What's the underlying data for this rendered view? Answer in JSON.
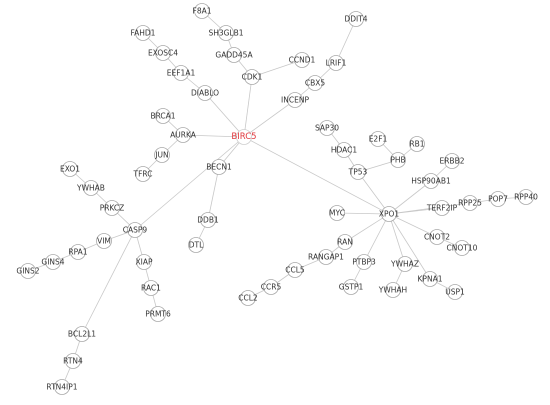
{
  "graph": {
    "hub_color": "#e0393e",
    "node_color": "#333333",
    "edge_color": "#c8c8c8",
    "nodes": [
      {
        "id": "F8A1",
        "label": "F8A1"
      },
      {
        "id": "FAHD1",
        "label": "FAHD1"
      },
      {
        "id": "SH3GLB1",
        "label": "SH3GLB1"
      },
      {
        "id": "EXOSC4",
        "label": "EXOSC4"
      },
      {
        "id": "GADD45A",
        "label": "GADD45A"
      },
      {
        "id": "DDIT4",
        "label": "DDIT4"
      },
      {
        "id": "CCND1",
        "label": "CCND1"
      },
      {
        "id": "LRIF1",
        "label": "LRIF1"
      },
      {
        "id": "EEF1A1",
        "label": "EEF1A1"
      },
      {
        "id": "CDK1",
        "label": "CDK1"
      },
      {
        "id": "CBX5",
        "label": "CBX5"
      },
      {
        "id": "DIABLO",
        "label": "DIABLO"
      },
      {
        "id": "INCENP",
        "label": "INCENP"
      },
      {
        "id": "BRCA1",
        "label": "BRCA1"
      },
      {
        "id": "SAP30",
        "label": "SAP30"
      },
      {
        "id": "AURKA",
        "label": "AURKA"
      },
      {
        "id": "BIRC5",
        "label": "BIRC5",
        "hub": true
      },
      {
        "id": "E2F1",
        "label": "E2F1"
      },
      {
        "id": "RB1",
        "label": "RB1"
      },
      {
        "id": "HDAC1",
        "label": "HDAC1"
      },
      {
        "id": "JUN",
        "label": "JUN"
      },
      {
        "id": "PHB",
        "label": "PHB"
      },
      {
        "id": "ERBB2",
        "label": "ERBB2"
      },
      {
        "id": "EXO1",
        "label": "EXO1"
      },
      {
        "id": "TFRC",
        "label": "TFRC"
      },
      {
        "id": "TP53",
        "label": "TP53"
      },
      {
        "id": "HSP90AB1",
        "label": "HSP90AB1"
      },
      {
        "id": "BECN1",
        "label": "BECN1"
      },
      {
        "id": "YWHAB",
        "label": "YWHAB"
      },
      {
        "id": "POP7",
        "label": "POP7"
      },
      {
        "id": "RPP40",
        "label": "RPP40"
      },
      {
        "id": "RPP25",
        "label": "RPP25"
      },
      {
        "id": "TERF2IP",
        "label": "TERF2IP"
      },
      {
        "id": "PRKCZ",
        "label": "PRKCZ"
      },
      {
        "id": "MYC",
        "label": "MYC"
      },
      {
        "id": "XPO1",
        "label": "XPO1"
      },
      {
        "id": "DDB1",
        "label": "DDB1"
      },
      {
        "id": "CASP9",
        "label": "CASP9"
      },
      {
        "id": "CNOT2",
        "label": "CNOT2"
      },
      {
        "id": "VIM",
        "label": "VIM"
      },
      {
        "id": "RAN",
        "label": "RAN"
      },
      {
        "id": "DTL",
        "label": "DTL"
      },
      {
        "id": "CNOT10",
        "label": "CNOT10"
      },
      {
        "id": "RPA1",
        "label": "RPA1"
      },
      {
        "id": "RANGAP1",
        "label": "RANGAP1"
      },
      {
        "id": "GINS4",
        "label": "GINS4"
      },
      {
        "id": "XIAP",
        "label": "XIAP"
      },
      {
        "id": "YWHAZ",
        "label": "YWHAZ"
      },
      {
        "id": "GINS2",
        "label": "GINS2"
      },
      {
        "id": "PTBP3",
        "label": "PTBP3"
      },
      {
        "id": "CCL5",
        "label": "CCL5"
      },
      {
        "id": "KPNA1",
        "label": "KPNA1"
      },
      {
        "id": "CCR5",
        "label": "CCR5"
      },
      {
        "id": "GSTP1",
        "label": "GSTP1"
      },
      {
        "id": "YWHAH",
        "label": "YWHAH"
      },
      {
        "id": "USP1",
        "label": "USP1"
      },
      {
        "id": "RAC1",
        "label": "RAC1"
      },
      {
        "id": "CCL2",
        "label": "CCL2"
      },
      {
        "id": "PRMT6",
        "label": "PRMT6"
      },
      {
        "id": "BCL2L1",
        "label": "BCL2L1"
      },
      {
        "id": "RTN4",
        "label": "RTN4"
      },
      {
        "id": "RTN4IP1",
        "label": "RTN4IP1"
      }
    ],
    "edges": [
      [
        "F8A1",
        "SH3GLB1"
      ],
      [
        "SH3GLB1",
        "GADD45A"
      ],
      [
        "FAHD1",
        "EXOSC4"
      ],
      [
        "EXOSC4",
        "EEF1A1"
      ],
      [
        "EEF1A1",
        "DIABLO"
      ],
      [
        "DIABLO",
        "BIRC5"
      ],
      [
        "GADD45A",
        "CDK1"
      ],
      [
        "CCND1",
        "CDK1"
      ],
      [
        "CDK1",
        "BIRC5"
      ],
      [
        "DDIT4",
        "LRIF1"
      ],
      [
        "LRIF1",
        "CBX5"
      ],
      [
        "CBX5",
        "INCENP"
      ],
      [
        "INCENP",
        "BIRC5"
      ],
      [
        "BRCA1",
        "AURKA"
      ],
      [
        "AURKA",
        "BIRC5"
      ],
      [
        "JUN",
        "AURKA"
      ],
      [
        "TFRC",
        "JUN"
      ],
      [
        "BIRC5",
        "XPO1"
      ],
      [
        "BIRC5",
        "BECN1"
      ],
      [
        "BIRC5",
        "CASP9"
      ],
      [
        "SAP30",
        "HDAC1"
      ],
      [
        "HDAC1",
        "TP53"
      ],
      [
        "E2F1",
        "PHB"
      ],
      [
        "RB1",
        "PHB"
      ],
      [
        "PHB",
        "TP53"
      ],
      [
        "TP53",
        "XPO1"
      ],
      [
        "ERBB2",
        "HSP90AB1"
      ],
      [
        "HSP90AB1",
        "XPO1"
      ],
      [
        "MYC",
        "XPO1"
      ],
      [
        "TERF2IP",
        "XPO1"
      ],
      [
        "RPP25",
        "XPO1"
      ],
      [
        "POP7",
        "RPP25"
      ],
      [
        "RPP40",
        "POP7"
      ],
      [
        "XPO1",
        "CNOT2"
      ],
      [
        "CNOT2",
        "CNOT10"
      ],
      [
        "XPO1",
        "RAN"
      ],
      [
        "RAN",
        "RANGAP1"
      ],
      [
        "RANGAP1",
        "CCL5"
      ],
      [
        "CCL5",
        "CCR5"
      ],
      [
        "CCR5",
        "CCL2"
      ],
      [
        "XPO1",
        "PTBP3"
      ],
      [
        "PTBP3",
        "GSTP1"
      ],
      [
        "XPO1",
        "YWHAZ"
      ],
      [
        "YWHAZ",
        "YWHAH"
      ],
      [
        "XPO1",
        "KPNA1"
      ],
      [
        "KPNA1",
        "USP1"
      ],
      [
        "BECN1",
        "DDB1"
      ],
      [
        "DDB1",
        "DTL"
      ],
      [
        "EXO1",
        "YWHAB"
      ],
      [
        "YWHAB",
        "PRKCZ"
      ],
      [
        "PRKCZ",
        "CASP9"
      ],
      [
        "CASP9",
        "VIM"
      ],
      [
        "VIM",
        "RPA1"
      ],
      [
        "RPA1",
        "GINS4"
      ],
      [
        "GINS4",
        "GINS2"
      ],
      [
        "CASP9",
        "XIAP"
      ],
      [
        "XIAP",
        "RAC1"
      ],
      [
        "RAC1",
        "PRMT6"
      ],
      [
        "CASP9",
        "BCL2L1"
      ],
      [
        "BCL2L1",
        "RTN4"
      ],
      [
        "RTN4",
        "RTN4IP1"
      ]
    ]
  }
}
